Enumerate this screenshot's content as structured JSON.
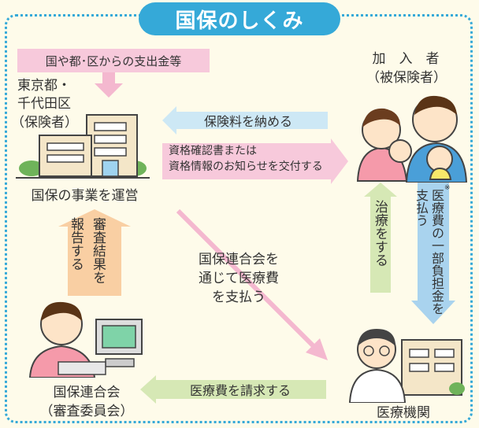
{
  "title": "国保のしくみ",
  "payer_source": "国や都･区からの支出金等",
  "insurer": {
    "line1": "東京都・",
    "line2": "千代田区",
    "line3": "（保険者）",
    "caption": "国保の事業を運営"
  },
  "insured": {
    "line1": "加　入　者",
    "line2": "（被保険者）"
  },
  "flows": {
    "pay_premium": "保険料を納める",
    "issue_cert_line1": "資格確認書または",
    "issue_cert_line2": "資格情報のお知らせを交付する",
    "copay": "医療費の一部負担金を支払う",
    "copay_mark": "※",
    "treatment": "治療をする",
    "claim": "医療費を請求する",
    "pay_via_line1": "国保連合会を",
    "pay_via_line2": "通じて医療費",
    "pay_via_line3": "を支払う",
    "report_col1": "審査結果を",
    "report_col2": "報告する"
  },
  "federation": {
    "line1": "国保連合会",
    "line2": "（審査委員会）"
  },
  "medical": {
    "caption": "医療機関"
  },
  "colors": {
    "frame": "#35a9d8",
    "pink": "#f7c9db",
    "blue_arrow": "#cde8f5",
    "green_arrow": "#d6e8b5",
    "orange_arrow": "#f9cfa3",
    "diag_arrow": "#f4b8cf",
    "down_arrow": "#a9d3ee"
  }
}
